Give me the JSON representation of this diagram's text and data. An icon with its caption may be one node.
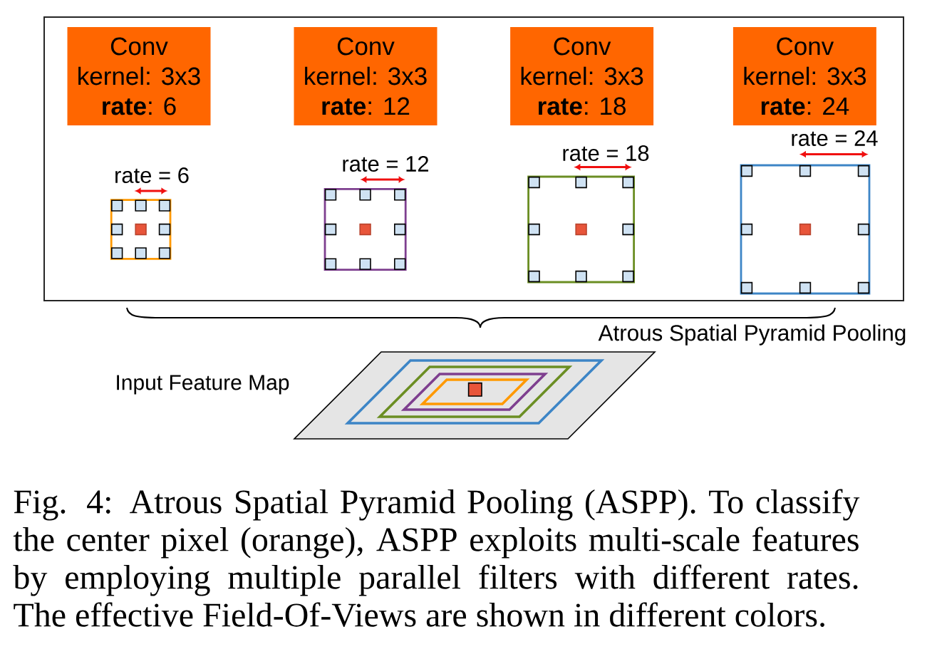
{
  "diagram": {
    "caption": "Fig. 4: Atrous Spatial Pyramid Pooling (ASPP). To classify the center pixel (orange), ASPP exploits multi-scale features by employing multiple parallel filters with different rates. The effective Field-Of-Views are shown in different colors.",
    "nodes": [
      {
        "text": [],
        "shape": "box"
      },
      {
        "text": [
          "Conv",
          "kernel: 3x3",
          "**rate**: 6"
        ],
        "in": 0
      },
      {
        "text": [
          "Conv",
          "kernel: 3x3",
          "**rate**: 12"
        ],
        "in": 0
      },
      {
        "text": [
          "Conv",
          "kernel: 3x3",
          "**rate**: 18"
        ],
        "in": 0
      },
      {
        "text": [
          "Conv",
          "kernel: 3x3",
          "**rate**: 24"
        ],
        "in": 0
      }
    ],
    "labels": [
      "rate = 6",
      "rate = 12",
      "rate = 18",
      "rate = 24",
      "Atrous Spatial Pyramid Pooling",
      "Input Feature Map"
    ]
  }
}
